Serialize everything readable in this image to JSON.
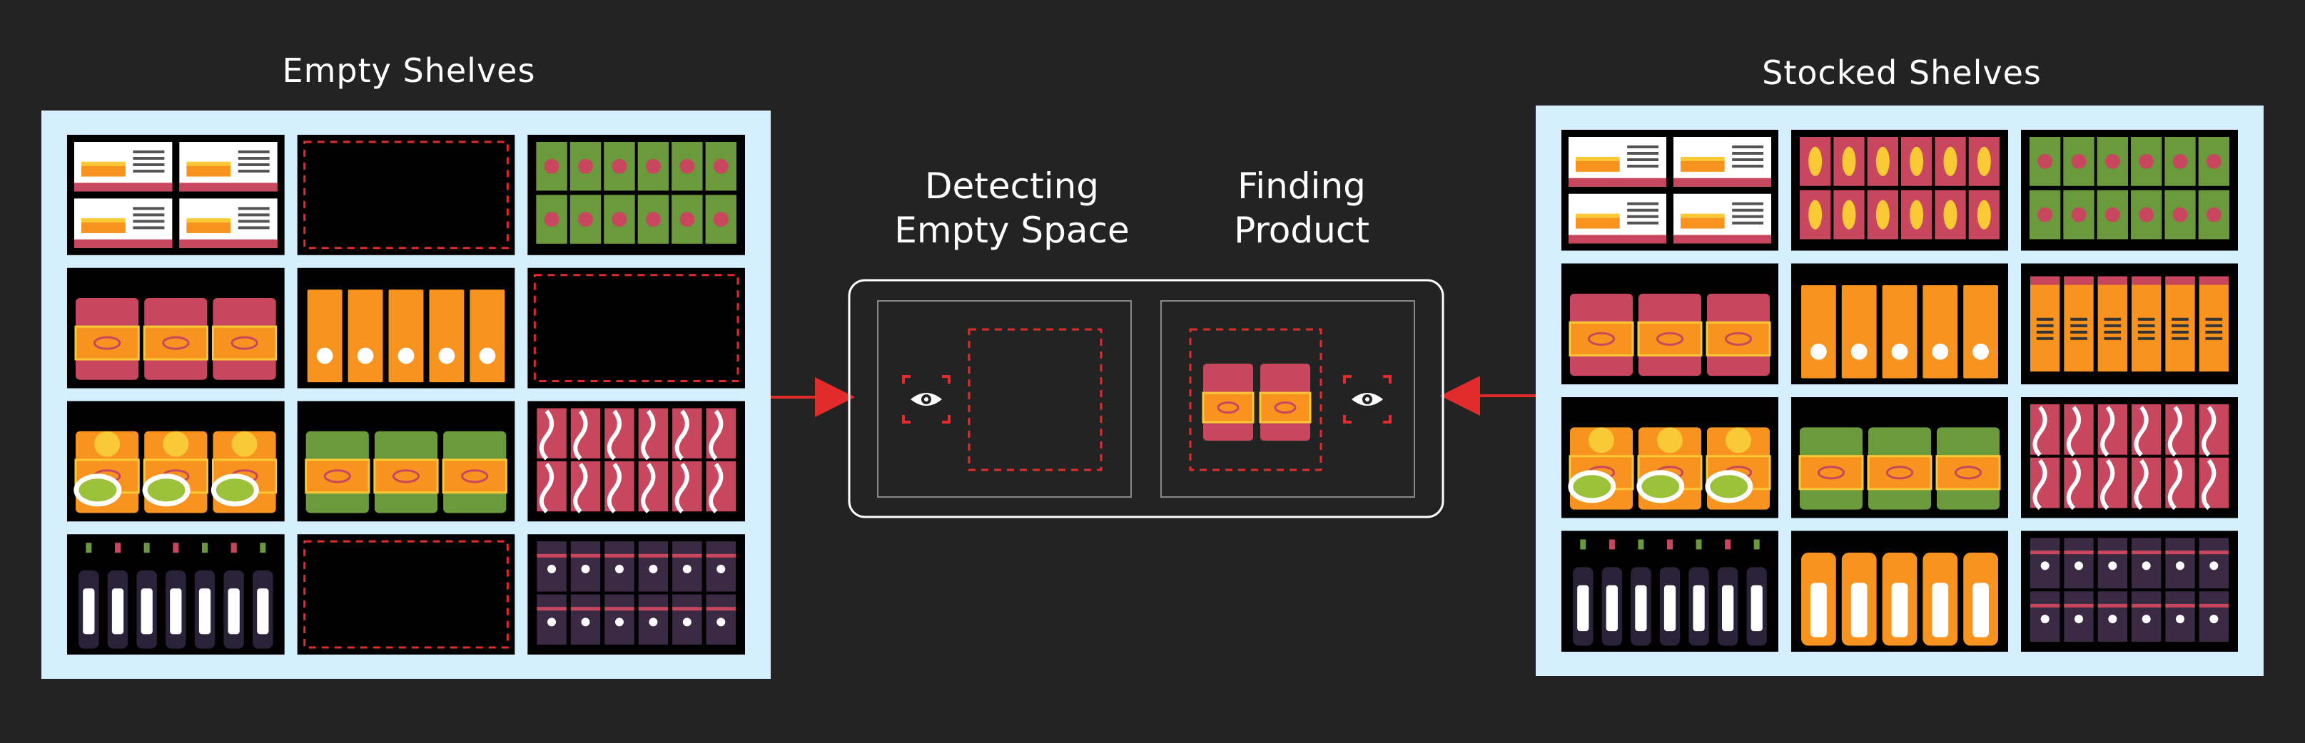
{
  "left_panel": {
    "title": "Empty Shelves"
  },
  "right_panel": {
    "title": "Stocked Shelves"
  },
  "process": {
    "step1_line1": "Detecting",
    "step1_line2": "Empty Space",
    "step2_line1": "Finding",
    "step2_line2": "Product"
  },
  "colors": {
    "background": "#232323",
    "shelf_frame": "#d6efff",
    "slot": "#000000",
    "accent_red": "#e22b2b",
    "pink": "#c8475f",
    "orange": "#f7931e",
    "yellow": "#f9c936",
    "green": "#6a9a3b",
    "dark_bottle": "#2a2238"
  },
  "shelves": {
    "left": [
      [
        "cake-boxes",
        "empty",
        "green-cans"
      ],
      [
        "pink-bags",
        "orange-cartons",
        "empty"
      ],
      [
        "salad-boxes",
        "green-bags",
        "striped-pink"
      ],
      [
        "wine-bottles",
        "empty",
        "striped-dark"
      ]
    ],
    "right": [
      [
        "cake-boxes",
        "corn-cans",
        "green-cans"
      ],
      [
        "pink-bags",
        "orange-cartons",
        "orange-boxes"
      ],
      [
        "salad-boxes",
        "green-bags",
        "striped-pink"
      ],
      [
        "wine-bottles",
        "orange-bottles",
        "striped-dark"
      ]
    ]
  },
  "icons": [
    "eye-scan-icon",
    "eye-scan-icon",
    "arrow-right-icon",
    "arrow-left-icon"
  ]
}
